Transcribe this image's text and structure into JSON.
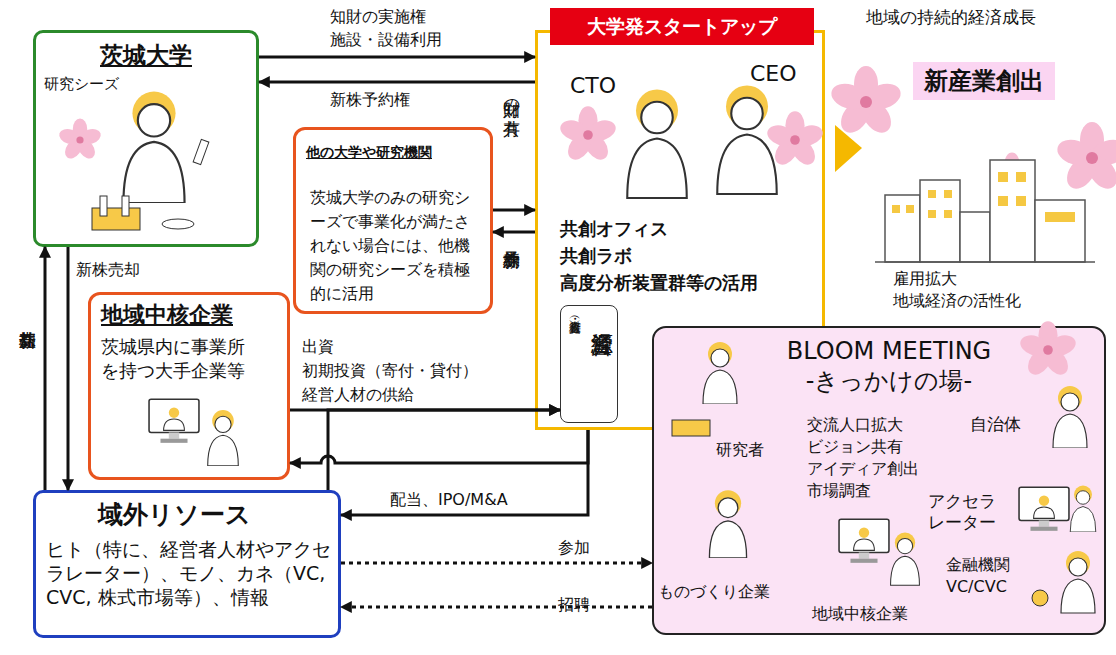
{
  "diagram": {
    "nodes": [
      {
        "text": [
          "茨城大学",
          "研究シーズ"
        ]
      },
      {
        "text": [
          "大学発スタートアップ",
          "CTO",
          "CEO",
          "共創オフィス 共創ラボ 高度分析装置群等の活用"
        ]
      },
      {
        "text": [
          "他の大学や研究機関",
          "茨城大学のみの研究シーズで事業化が満たされない場合には、他機関の研究シーズを積極的に活用"
        ]
      },
      {
        "text": [
          "地域中核企業",
          "茨城県内に事業所を持つ大手企業等"
        ]
      },
      {
        "text": [
          "経営資源",
          "（資金・人材等）"
        ],
        "in": 1
      },
      {
        "text": [
          "BLOOM MEETING -きっかけの場-",
          "交流人口拡大 ビジョン共有 アイディア創出 市場調査",
          "研究者",
          "自治体",
          "アクセラレーター",
          "ものづくり企業",
          "地域中核企業",
          "金融機関 VC/CVC"
        ]
      },
      {
        "text": [
          "域外リソース",
          "ヒト（特に、経営者人材やアクセラレーター）、モノ、カネ（VC, CVC, 株式市場等）、情報"
        ]
      },
      {
        "text": [
          "新産業創出"
        ]
      }
    ],
    "edges": [
      {
        "from": 0,
        "to": 1,
        "label": "知財の実施権 施設・設備利用",
        "arrow": "to"
      },
      {
        "from": 1,
        "to": 0,
        "label": "新株予約権",
        "arrow": "to"
      },
      {
        "from": 2,
        "to": 1,
        "label": "知財の共有",
        "arrow": "to"
      },
      {
        "from": 1,
        "to": 2,
        "label": "新株予約券",
        "arrow": "to"
      },
      {
        "from": 3,
        "to": 4,
        "label": "出資 初期投資（寄付・貸付） 経営人材の供給",
        "arrow": "to"
      },
      {
        "from": 6,
        "to": 4,
        "arrow": "to"
      },
      {
        "from": 1,
        "to": 3,
        "arrow": "to"
      },
      {
        "from": 1,
        "to": 6,
        "label": "配当、IPO/M&A",
        "arrow": "to"
      },
      {
        "from": 0,
        "to": 6,
        "label": "新株売却",
        "arrow": "to"
      },
      {
        "from": 6,
        "to": 0,
        "label": "新株売却益",
        "arrow": "to"
      },
      {
        "from": 6,
        "to": 5,
        "label": "参加",
        "arrow": "to"
      },
      {
        "from": 5,
        "to": 6,
        "label": "招聘",
        "arrow": "to"
      }
    ],
    "labels": [
      "地域の持続的経済成長",
      "雇用拡大 地域経済の活性化"
    ]
  }
}
